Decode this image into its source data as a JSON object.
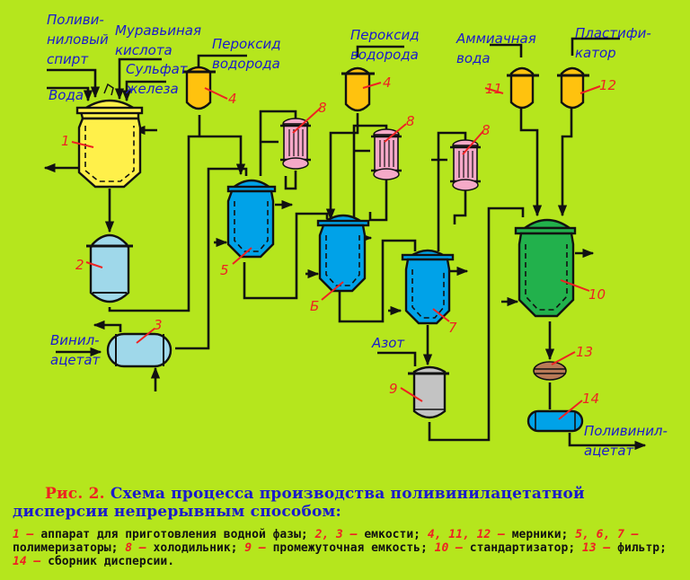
{
  "colors": {
    "background": "#b5e61d",
    "label_text": "#1a1acc",
    "number_text": "#ee2222",
    "line": "#111111"
  },
  "streams": {
    "pva_alcohol": "Поливи-\nниловый\nспирт",
    "water": "Вода",
    "formic_acid": "Муравьиная\nкислота",
    "iron_sulfate": "Сульфат\nжелеза",
    "peroxide_1": "Пероксид\nводорода",
    "peroxide_2": "Пероксид\nводорода",
    "ammonia_water": "Аммиачная\nвода",
    "plasticizer": "Пластифи-\nкатор",
    "vinyl_acetate": "Винил-\nацетат",
    "nitrogen": "Азот",
    "product": "Поливинил-\nацетат"
  },
  "equipment": [
    {
      "id": "1",
      "label": "1",
      "color": "#fff04a",
      "type": "jacketed-reactor"
    },
    {
      "id": "2",
      "label": "2",
      "color": "#9fd8ea",
      "type": "vertical-tank"
    },
    {
      "id": "3",
      "label": "3",
      "color": "#9fd8ea",
      "type": "horizontal-tank"
    },
    {
      "id": "4a",
      "label": "4",
      "color": "#ffc20e",
      "type": "measuring-vessel"
    },
    {
      "id": "4b",
      "label": "4",
      "color": "#ffc20e",
      "type": "measuring-vessel"
    },
    {
      "id": "5",
      "label": "5",
      "color": "#00a2e8",
      "type": "jacketed-reactor"
    },
    {
      "id": "6",
      "label": "Б",
      "color": "#00a2e8",
      "type": "jacketed-reactor"
    },
    {
      "id": "7",
      "label": "7",
      "color": "#00a2e8",
      "type": "jacketed-reactor"
    },
    {
      "id": "8a",
      "label": "8",
      "color": "#f5a9c8",
      "type": "condenser"
    },
    {
      "id": "8b",
      "label": "8",
      "color": "#f5a9c8",
      "type": "condenser"
    },
    {
      "id": "8c",
      "label": "8",
      "color": "#f5a9c8",
      "type": "condenser"
    },
    {
      "id": "9",
      "label": "9",
      "color": "#c3c3c3",
      "type": "vertical-tank"
    },
    {
      "id": "10",
      "label": "10",
      "color": "#22b14c",
      "type": "jacketed-reactor"
    },
    {
      "id": "11",
      "label": "11",
      "color": "#ffc20e",
      "type": "measuring-vessel"
    },
    {
      "id": "12",
      "label": "12",
      "color": "#ffc20e",
      "type": "measuring-vessel"
    },
    {
      "id": "13",
      "label": "13",
      "color": "#b97a57",
      "type": "filter"
    },
    {
      "id": "14",
      "label": "14",
      "color": "#00a2e8",
      "type": "horizontal-tank"
    }
  ],
  "caption": {
    "fig_label": "Рис. 2.",
    "title": "Схема процесса производства поливинилацетатной дисперсии непрерывным способом:",
    "legend": [
      {
        "nums": "1",
        "text": "аппарат для приготовления водной фазы;"
      },
      {
        "nums": "2, 3",
        "text": "емкости;"
      },
      {
        "nums": "4, 11, 12",
        "text": "мерники;"
      },
      {
        "nums": "5, 6, 7",
        "text": "полимеризаторы;"
      },
      {
        "nums": "8",
        "text": "холодильник;"
      },
      {
        "nums": "9",
        "text": "промежуточная емкость;"
      },
      {
        "nums": "10",
        "text": "стандартизатор;"
      },
      {
        "nums": "13",
        "text": "фильтр;"
      },
      {
        "nums": "14",
        "text": "сборник дисперсии."
      }
    ]
  }
}
